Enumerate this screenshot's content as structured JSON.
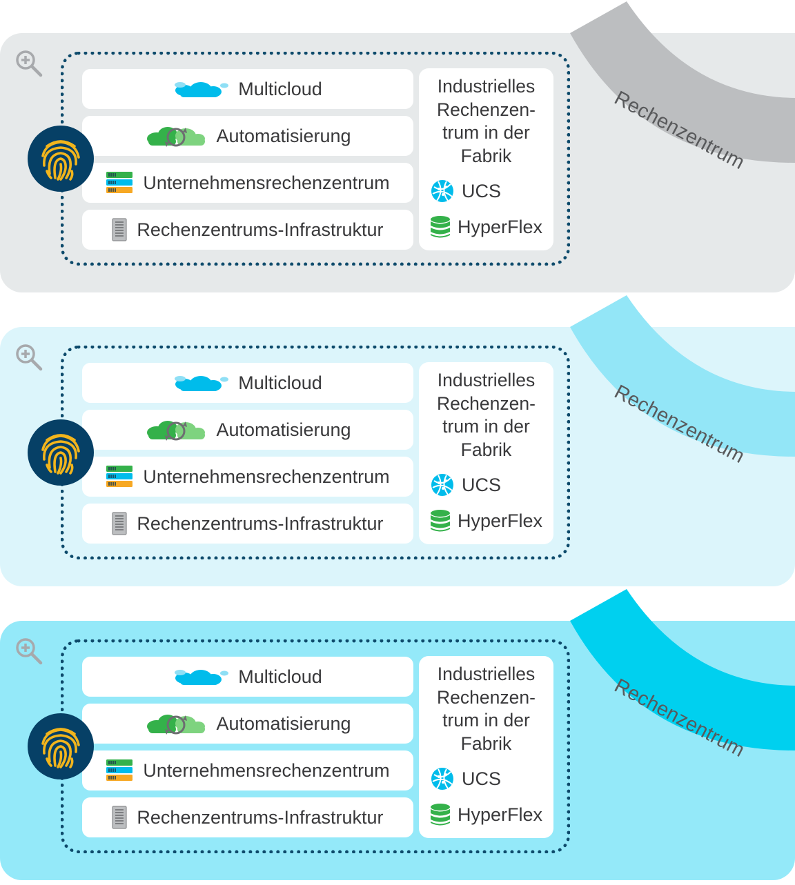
{
  "panels": [
    {
      "background_color": "#e6e9ea",
      "arc_color": "#bcbec0",
      "arc_label": "Rechenzentrum",
      "zoom_icon": "zoom-in-icon",
      "badge_icon": "fingerprint-icon",
      "rows": [
        {
          "icon": "cloud-icon",
          "label": "Multicloud"
        },
        {
          "icon": "automation-cloud-icon",
          "label": "Automatisierung"
        },
        {
          "icon": "server-stack-icon",
          "label": "Unternehmensrechenzentrum"
        },
        {
          "icon": "server-tower-icon",
          "label": "Rechenzentrums-Infrastruktur"
        }
      ],
      "side": {
        "title_lines": [
          "Industrielles",
          "Rechenzen-",
          "trum in der",
          "Fabrik"
        ],
        "items": [
          {
            "icon": "ucs-globe-icon",
            "label": "UCS"
          },
          {
            "icon": "database-icon",
            "label": "HyperFlex"
          }
        ]
      }
    },
    {
      "background_color": "#dcf5fb",
      "arc_color": "#93e6f7",
      "arc_label": "Rechenzentrum",
      "zoom_icon": "zoom-in-icon",
      "badge_icon": "fingerprint-icon",
      "rows": [
        {
          "icon": "cloud-icon",
          "label": "Multicloud"
        },
        {
          "icon": "automation-cloud-icon",
          "label": "Automatisierung"
        },
        {
          "icon": "server-stack-icon",
          "label": "Unternehmensrechenzentrum"
        },
        {
          "icon": "server-tower-icon",
          "label": "Rechenzentrums-Infrastruktur"
        }
      ],
      "side": {
        "title_lines": [
          "Industrielles",
          "Rechenzen-",
          "trum in der",
          "Fabrik"
        ],
        "items": [
          {
            "icon": "ucs-globe-icon",
            "label": "UCS"
          },
          {
            "icon": "database-icon",
            "label": "HyperFlex"
          }
        ]
      }
    },
    {
      "background_color": "#94e9f9",
      "arc_color": "#00d0ef",
      "arc_label": "Rechenzentrum",
      "zoom_icon": "zoom-in-icon",
      "badge_icon": "fingerprint-icon",
      "rows": [
        {
          "icon": "cloud-icon",
          "label": "Multicloud"
        },
        {
          "icon": "automation-cloud-icon",
          "label": "Automatisierung"
        },
        {
          "icon": "server-stack-icon",
          "label": "Unternehmensrechenzentrum"
        },
        {
          "icon": "server-tower-icon",
          "label": "Rechenzentrums-Infrastruktur"
        }
      ],
      "side": {
        "title_lines": [
          "Industrielles",
          "Rechenzen-",
          "trum in der",
          "Fabrik"
        ],
        "items": [
          {
            "icon": "ucs-globe-icon",
            "label": "UCS"
          },
          {
            "icon": "database-icon",
            "label": "HyperFlex"
          }
        ]
      }
    }
  ]
}
